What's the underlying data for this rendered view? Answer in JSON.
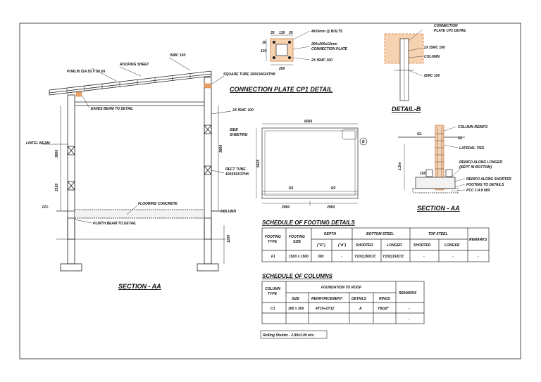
{
  "section_aa": {
    "labels": {
      "ismc_top": "ISMC 100",
      "roofing": "ROOFING SHEET",
      "purlin": "PURLIN ISA 50 X 50 X6",
      "square_tube": "SQUARE TUBE 100X100X4THK",
      "eaves_beam": "EAVES BEAM TO DETAIL",
      "ismc_side": "2X ISMC 100",
      "side_sheeting_1": "SIDE",
      "side_sheeting_2": "SHEETING",
      "lintel_beam": "LINTEL BEAM",
      "rect_tube_1": "RECT TUBE",
      "rect_tube_2": "100X50X3THK",
      "flooring": "FLOORING CONCRETE",
      "column": "COLUMN",
      "plinth": "PLINTH BEAM TO DETAIL",
      "ffl": "FFL",
      "dim_3600": "3600",
      "dim_2150": "2150",
      "dim_3800": "3800",
      "dim_1250": "1250"
    },
    "title": "SECTION - AA"
  },
  "cp1": {
    "bolts": "4#16mm @ BOLTS",
    "plate_1": "200x200x12mm",
    "plate_2": "CONNECTION PLATE",
    "ismc": "2X ISMC 100",
    "d35a": "35",
    "d130": "130",
    "d35b": "35",
    "d35c": "35",
    "d130b": "130",
    "d200": "200",
    "title": "CONNECTION PLATE CP1 DETAIL"
  },
  "detail_b": {
    "conn_1": "CONNECTION",
    "conn_2": "PLATE CP1 DETAIL",
    "ismc": "2X ISMC 100",
    "column": "COLUMN",
    "ismc_low": "ISMC 100",
    "title": "DETAIL-B"
  },
  "plan": {
    "dim_top": "6050",
    "dim_side": "5425",
    "r1": "R1",
    "r2": "R2",
    "dim_b1": "2950",
    "dim_b2": "2950",
    "marker": "B"
  },
  "footing_section": {
    "column_reinf": "COLUMN REINFO",
    "gl1": "GL",
    "gl2": "GL",
    "lateral": "LATERAL TIES",
    "reinfo_longer_1": "REINFO ALONG LONGER",
    "reinfo_longer_2": "(KEPT IN BOTTOM)",
    "reinfo_shorter": "REINFO ALONG SHORTER",
    "footing": "FOOTING TO DETAILS",
    "pcc": "PCC 1:4:8 MIX",
    "d150": "150",
    "d1": "1.5m",
    "title": "SECTION - AA"
  },
  "footing_schedule": {
    "title": "SCHEDULE OF FOOTING DETAILS",
    "headers": {
      "type": [
        "FOOTING",
        "TYPE"
      ],
      "size": [
        "FOOTING",
        "SIZE"
      ],
      "depth": "DEPTH",
      "bottom": "BOTTOM STEEL",
      "top": "TOP STEEL",
      "remarks": "REMARKS",
      "d": "(\"D\")",
      "dd": "(\"d\")",
      "shorter": "SHORTER",
      "longer": "LONGER",
      "shorter2": "SHORTER",
      "longer2": "LONGER"
    },
    "rows": [
      [
        "F1",
        "1500 x 1500",
        "300",
        "-",
        "Y10@150C/C",
        "Y10@150C/C",
        "-",
        "-",
        "-"
      ]
    ]
  },
  "column_schedule": {
    "title": "SCHEDULE OF COLUMNS",
    "headers": {
      "type": [
        "COLUMN",
        "TYPE"
      ],
      "foundation": "FOUNDATION TO ROOF",
      "remarks": "REMARKS",
      "size": "SIZE",
      "reinf": "REINFORCEMENT",
      "details": "DETAILS",
      "rings": "RINGS"
    },
    "rows": [
      [
        "C1",
        "300 x 300",
        "4Y16+2Y12",
        "A",
        "Y8@8\"",
        "-"
      ],
      [
        "",
        "",
        "",
        "",
        "",
        "-"
      ]
    ]
  },
  "note": "Rolling Shutter - 2.80x3.00 m/s"
}
